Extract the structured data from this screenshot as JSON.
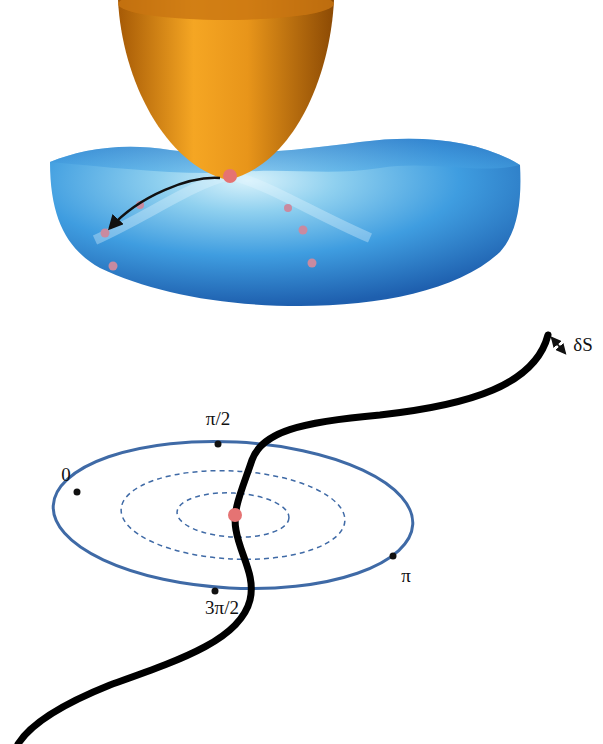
{
  "diagram": {
    "labels": [
      "π/2",
      "0",
      "π",
      "3π/2",
      "δS"
    ]
  }
}
